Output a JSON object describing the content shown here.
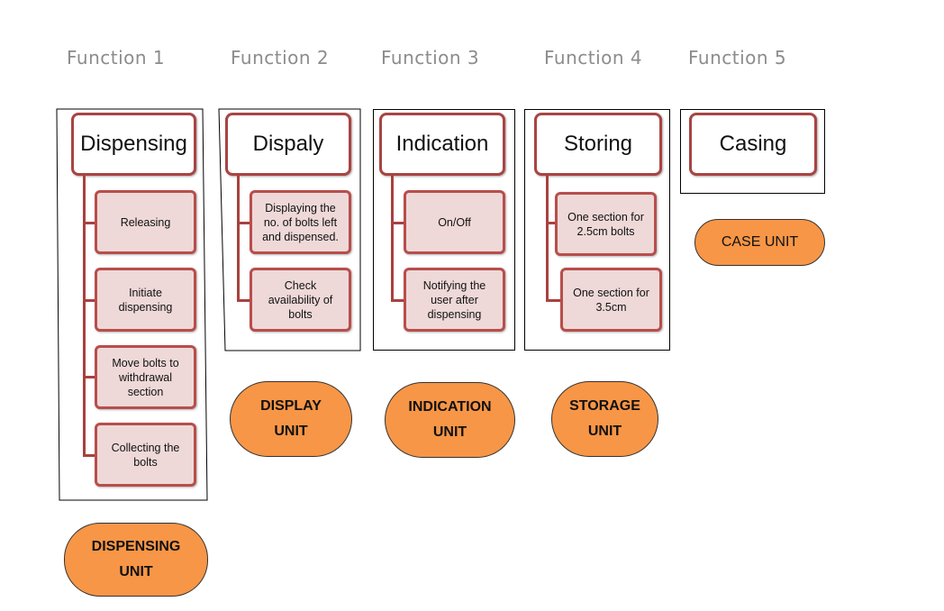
{
  "functions": [
    {
      "label": "Function 1",
      "title": "Dispensing",
      "items": [
        "Releasing",
        "Initiate\ndispensing",
        "Move bolts to\nwithdrawal\nsection",
        "Collecting the\nbolts"
      ],
      "unit": "DISPENSING\nUNIT"
    },
    {
      "label": "Function 2",
      "title": "Dispaly",
      "items": [
        "Displaying the\nno. of bolts left\nand dispensed.",
        "Check\navailability of\nbolts"
      ],
      "unit": "DISPLAY\nUNIT"
    },
    {
      "label": "Function 3",
      "title": "Indication",
      "items": [
        "On/Off",
        "Notifying the\nuser after\ndispensing"
      ],
      "unit": "INDICATION\nUNIT"
    },
    {
      "label": "Function 4",
      "title": "Storing",
      "items": [
        "One section for\n2.5cm  bolts",
        "One section  for\n3.5cm"
      ],
      "unit": "STORAGE\nUNIT"
    },
    {
      "label": "Function 5",
      "title": "Casing",
      "items": [],
      "unit": "CASE UNIT"
    }
  ],
  "colors": {
    "connector": "#a9413f",
    "subbox_fill": "#eed9d8",
    "unit_fill": "#f79646",
    "label_gray": "#8c8c8c"
  }
}
